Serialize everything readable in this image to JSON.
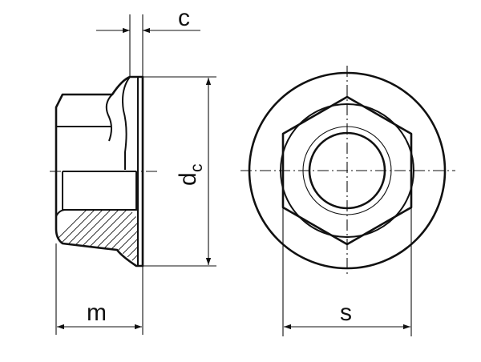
{
  "labels": {
    "c": "c",
    "dc_main": "d",
    "dc_sub": "c",
    "m": "m",
    "s": "s"
  }
}
